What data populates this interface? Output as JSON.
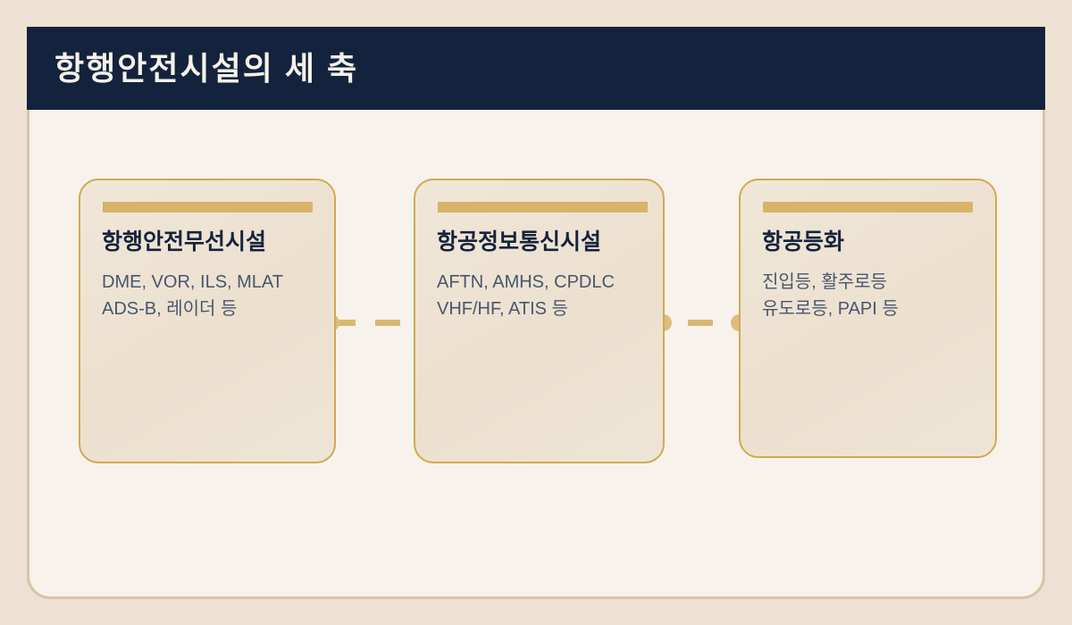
{
  "slide": {
    "title": "항행안전시설의 세 축",
    "colors": {
      "header_navy": "#14233d",
      "panel_bg": "#f7f3ec",
      "outer_bg": "#ece1d2",
      "panel_border": "#d9c4a6",
      "card_border": "#d2a94f",
      "accent_gold": "#d8b468",
      "connector_gold": "#d8b873",
      "title_text": "#f6f2ea",
      "card_title_text": "#16233c",
      "card_desc_text": "#47566f"
    }
  },
  "cards": [
    {
      "title": "항행안전무선시설",
      "description": "DME, VOR, ILS, MLAT\nADS-B, 레이더 등"
    },
    {
      "title": "항공정보통신시설",
      "description": "AFTN, AMHS, CPDLC\nVHF/HF, ATIS 등"
    },
    {
      "title": "항공등화",
      "description": "진입등, 활주로등\n유도로등, PAPI 등"
    }
  ]
}
